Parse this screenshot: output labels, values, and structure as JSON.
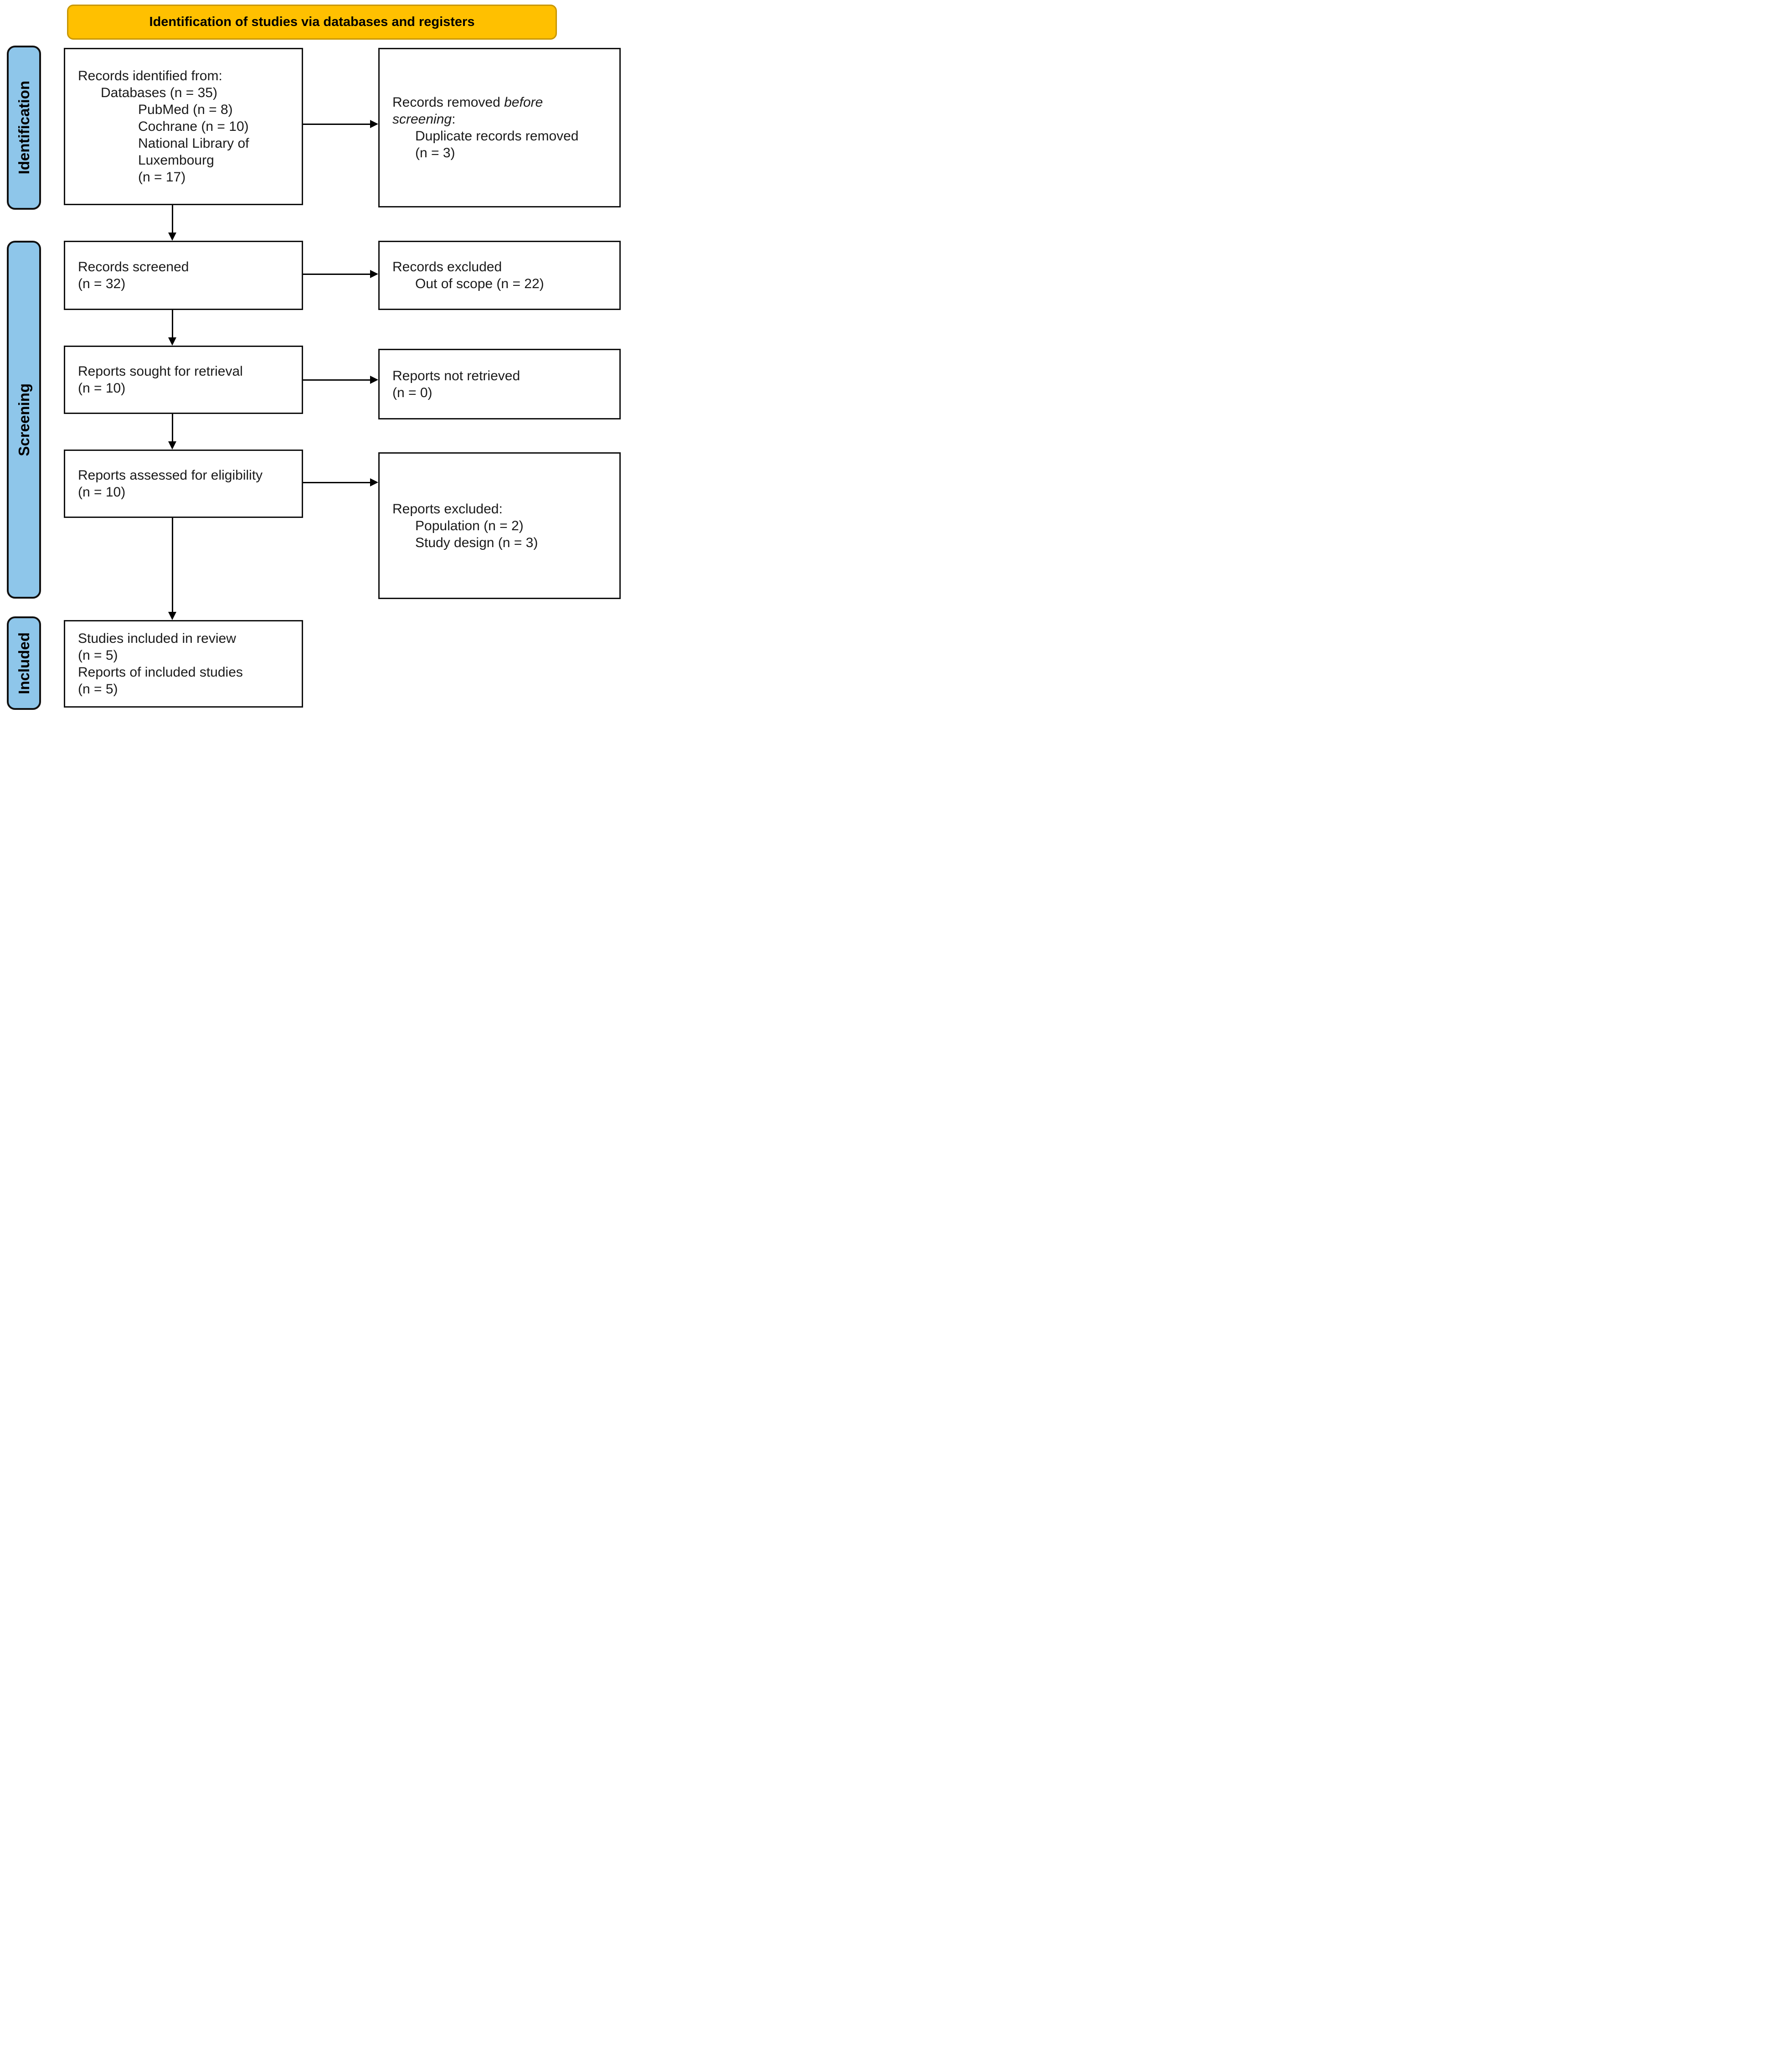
{
  "colors": {
    "banner_fill": "#FFC000",
    "banner_border": "#C99700",
    "stage_fill": "#8EC6EA",
    "stage_border": "#111111",
    "box_border": "#111111",
    "arrow": "#000000",
    "text": "#1a1a1a"
  },
  "banner": {
    "label": "Identification of studies via databases and registers"
  },
  "stages": {
    "identification": "Identification",
    "screening": "Screening",
    "included": "Included"
  },
  "boxes": {
    "identified": {
      "line1": "Records identified from:",
      "line2": "Databases (n = 35)",
      "line3": "PubMed (n = 8)",
      "line4": "Cochrane (n = 10)",
      "line5": "National Library of",
      "line6": "Luxembourg",
      "line7": "(n = 17)"
    },
    "removed": {
      "line1_normal": "Records removed ",
      "line1_italic": "before",
      "line2_italic": "screening",
      "line2_suffix": ":",
      "line3": "Duplicate records removed",
      "line4": "(n = 3)"
    },
    "screened": {
      "line1": "Records screened",
      "line2": "(n = 32)"
    },
    "records_excluded": {
      "line1": "Records excluded",
      "line2": "Out of scope (n = 22)"
    },
    "sought": {
      "line1": "Reports sought for retrieval",
      "line2": "(n = 10)"
    },
    "not_retrieved": {
      "line1": "Reports not retrieved",
      "line2": "(n = 0)"
    },
    "assessed": {
      "line1": "Reports assessed for eligibility",
      "line2": "(n = 10)"
    },
    "reports_excluded": {
      "line1": "Reports excluded:",
      "line2": "Population (n = 2)",
      "line3": "Study design (n = 3)"
    },
    "included": {
      "line1": "Studies included in review",
      "line2": "(n = 5)",
      "line3": "Reports of included studies",
      "line4": "(n = 5)"
    }
  }
}
